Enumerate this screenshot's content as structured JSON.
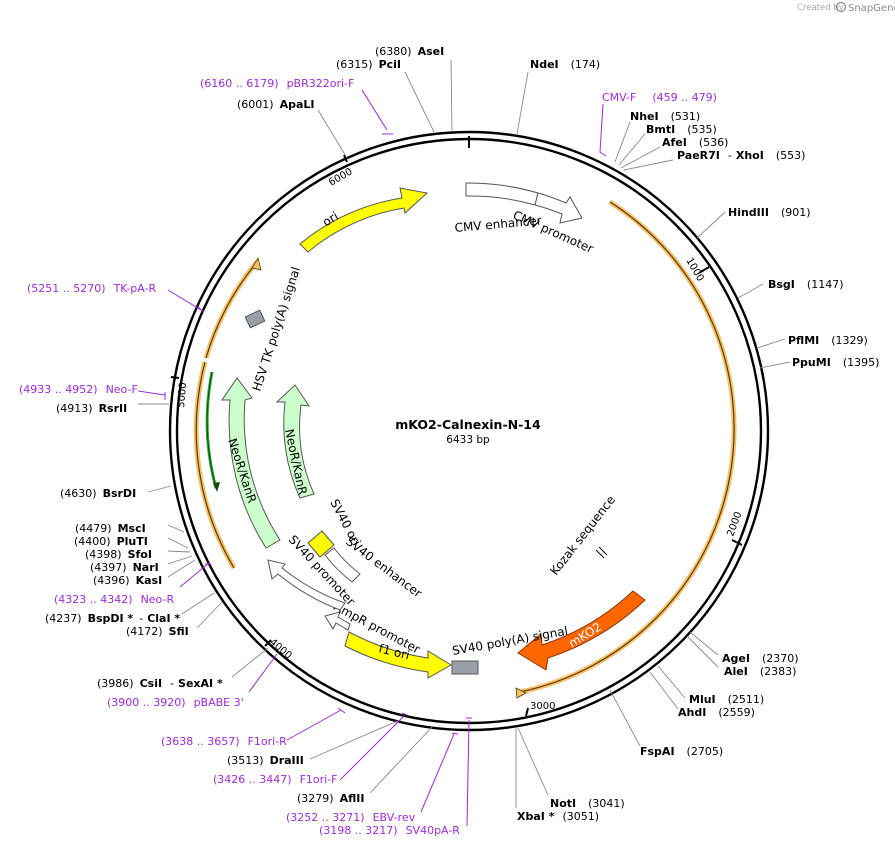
{
  "branding": {
    "prefix": "Created by",
    "name": "SnapGene",
    "logo_icon": "snapgene-logo-icon"
  },
  "plasmid": {
    "name": "mKO2-Calnexin-N-14",
    "size_label": "6433 bp",
    "length": 6433
  },
  "ticks": [
    "1000",
    "2000",
    "3000",
    "4000",
    "5000",
    "6000"
  ],
  "features": [
    {
      "name": "CMV enhancer",
      "color": "#ffffff"
    },
    {
      "name": "CMV promoter",
      "color": "#ffffff"
    },
    {
      "name": "Kozak sequence",
      "color": "#7f7f7f"
    },
    {
      "name": "mKO2",
      "color": "#ff6600"
    },
    {
      "name": "SV40 poly(A) signal",
      "color": "#9aa0a8"
    },
    {
      "name": "f1 ori",
      "color": "#ffff00"
    },
    {
      "name": "AmpR promoter",
      "color": "#ffffff"
    },
    {
      "name": "SV40 promoter",
      "color": "#ffffff"
    },
    {
      "name": "SV40 enhancer",
      "color": "#ffffff"
    },
    {
      "name": "SV40 ori",
      "color": "#ffff00"
    },
    {
      "name": "NeoR/KanR",
      "color": "#ccffcc"
    },
    {
      "name": "NeoR/KanR",
      "color": "#ccffcc"
    },
    {
      "name": "HSV TK poly(A) signal",
      "color": "#9aa0a8"
    },
    {
      "name": "ori",
      "color": "#ffff00"
    }
  ],
  "enzymes": [
    {
      "name": "AseI",
      "pos": "(6380)"
    },
    {
      "name": "PciI",
      "pos": "(6315)"
    },
    {
      "name": "ApaLI",
      "pos": "(6001)"
    },
    {
      "name": "NdeI",
      "pos": "(174)"
    },
    {
      "name": "NheI",
      "pos": "(531)"
    },
    {
      "name": "BmtI",
      "pos": "(535)"
    },
    {
      "name": "AfeI",
      "pos": "(536)"
    },
    {
      "name": "PaeR7I",
      "pos": "(553)",
      "pair": "XhoI"
    },
    {
      "name": "HindIII",
      "pos": "(901)"
    },
    {
      "name": "BsgI",
      "pos": "(1147)"
    },
    {
      "name": "PflMI",
      "pos": "(1329)"
    },
    {
      "name": "PpuMI",
      "pos": "(1395)"
    },
    {
      "name": "AgeI",
      "pos": "(2370)"
    },
    {
      "name": "AleI",
      "pos": "(2383)"
    },
    {
      "name": "MluI",
      "pos": "(2511)"
    },
    {
      "name": "AhdI",
      "pos": "(2559)"
    },
    {
      "name": "FspAI",
      "pos": "(2705)"
    },
    {
      "name": "NotI",
      "pos": "(3041)"
    },
    {
      "name": "XbaI *",
      "pos": "(3051)"
    },
    {
      "name": "AflII",
      "pos": "(3279)"
    },
    {
      "name": "DraIII",
      "pos": "(3513)"
    },
    {
      "name": "CsiI",
      "pos": "(3986)",
      "pair": "SexAI *"
    },
    {
      "name": "SfiI",
      "pos": "(4172)"
    },
    {
      "name": "BspDI *",
      "pos": "(4237)",
      "pair": "ClaI *"
    },
    {
      "name": "KasI",
      "pos": "(4396)"
    },
    {
      "name": "NarI",
      "pos": "(4397)"
    },
    {
      "name": "SfoI",
      "pos": "(4398)"
    },
    {
      "name": "PluTI",
      "pos": "(4400)"
    },
    {
      "name": "MscI",
      "pos": "(4479)"
    },
    {
      "name": "BsrDI",
      "pos": "(4630)"
    },
    {
      "name": "RsrII",
      "pos": "(4913)"
    }
  ],
  "primers": [
    {
      "name": "pBR322ori-F",
      "range": "(6160 .. 6179)"
    },
    {
      "name": "CMV-F",
      "range": "(459 .. 479)"
    },
    {
      "name": "TK-pA-R",
      "range": "(5251 .. 5270)"
    },
    {
      "name": "Neo-F",
      "range": "(4933 .. 4952)"
    },
    {
      "name": "Neo-R",
      "range": "(4323 .. 4342)"
    },
    {
      "name": "pBABE 3'",
      "range": "(3900 .. 3920)"
    },
    {
      "name": "F1ori-R",
      "range": "(3638 .. 3657)"
    },
    {
      "name": "F1ori-F",
      "range": "(3426 .. 3447)"
    },
    {
      "name": "EBV-rev",
      "range": "(3252 .. 3271)"
    },
    {
      "name": "SV40pA-R",
      "range": "(3198 .. 3217)"
    }
  ]
}
